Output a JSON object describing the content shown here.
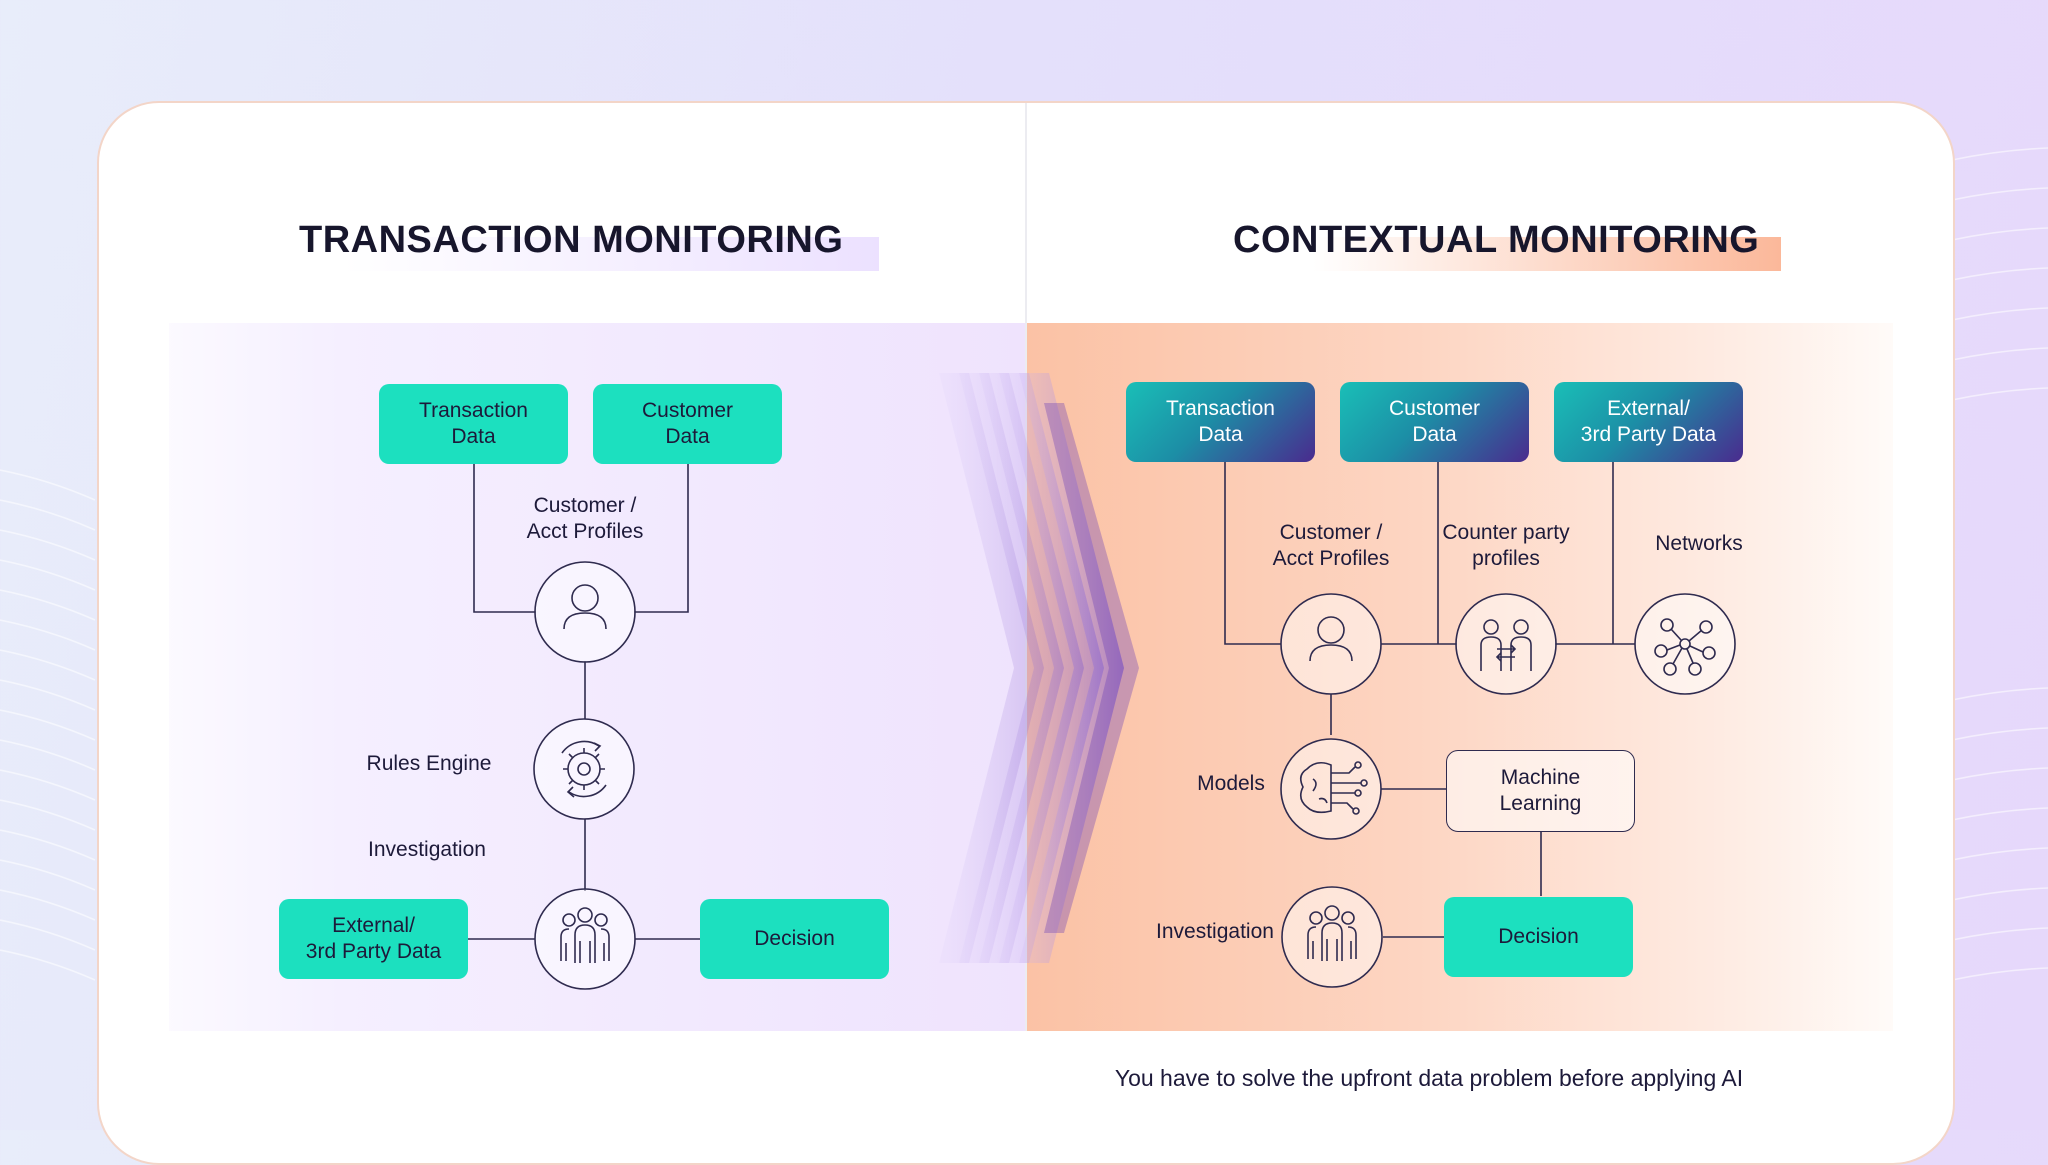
{
  "left": {
    "title": "TRANSACTION MONITORING",
    "boxes": {
      "transaction_data": "Transaction\nData",
      "customer_data": "Customer\nData",
      "external_data": "External/\n3rd Party Data",
      "decision": "Decision"
    },
    "labels": {
      "profiles": "Customer /\nAcct Profiles",
      "rules_engine": "Rules Engine",
      "investigation": "Investigation"
    },
    "icons": [
      "person-icon",
      "gear-cycle-icon",
      "people-group-icon"
    ]
  },
  "right": {
    "title": "CONTEXTUAL MONITORING",
    "boxes": {
      "transaction_data": "Transaction\nData",
      "customer_data": "Customer\nData",
      "external_data": "External/\n3rd Party Data",
      "machine_learning": "Machine\nLearning",
      "decision": "Decision"
    },
    "labels": {
      "profiles": "Customer /\nAcct Profiles",
      "counter_party": "Counter party\nprofiles",
      "networks": "Networks",
      "models": "Models",
      "investigation": "Investigation"
    },
    "icons": [
      "person-icon",
      "exchange-people-icon",
      "network-icon",
      "brain-circuit-icon",
      "people-group-icon"
    ]
  },
  "caption": "You have to solve the upfront data problem before applying AI",
  "colors": {
    "teal": "#1ce0bf",
    "dark_text": "#17162c",
    "left_panel": "#efe3fd",
    "right_panel": "#fbc2a5",
    "line": "#2f2b4f"
  }
}
